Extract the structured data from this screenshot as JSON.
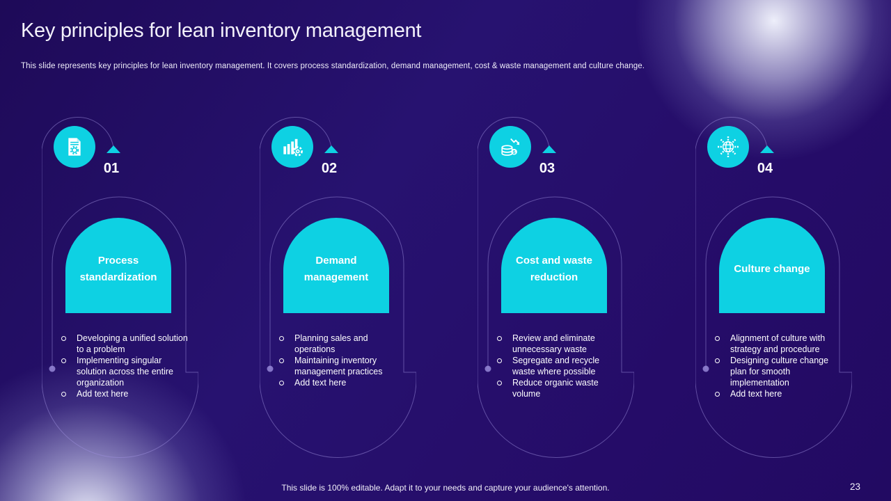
{
  "slide": {
    "title": "Key principles for lean inventory management",
    "subtitle": "This slide represents key principles for lean inventory management. It covers process standardization, demand management, cost & waste management and culture change.",
    "footer_note": "This slide is 100% editable. Adapt it to your needs and capture your audience's attention.",
    "page_number": "23"
  },
  "colors": {
    "background": "#250c68",
    "accent_cyan": "#0ed1e3",
    "outline_lavender": "#9e90de",
    "text_white": "#ffffff"
  },
  "principles": [
    {
      "number": "01",
      "icon": "document-gear-icon",
      "title": "Process standardization",
      "bullets": [
        "Developing a unified solution to a problem",
        "Implementing singular solution across the entire organization",
        "Add text here"
      ]
    },
    {
      "number": "02",
      "icon": "bar-chart-gear-icon",
      "title": "Demand management",
      "bullets": [
        "Planning sales and operations",
        "Maintaining inventory management practices",
        "Add text here"
      ]
    },
    {
      "number": "03",
      "icon": "coins-decrease-icon",
      "title": "Cost and waste reduction",
      "bullets": [
        "Review and eliminate unnecessary waste",
        "Segregate and recycle waste where possible",
        "Reduce organic waste volume"
      ]
    },
    {
      "number": "04",
      "icon": "globe-rays-icon",
      "title": "Culture change",
      "bullets": [
        "Alignment of culture with strategy and procedure",
        "Designing culture change plan for smooth implementation",
        "Add text here"
      ]
    }
  ]
}
